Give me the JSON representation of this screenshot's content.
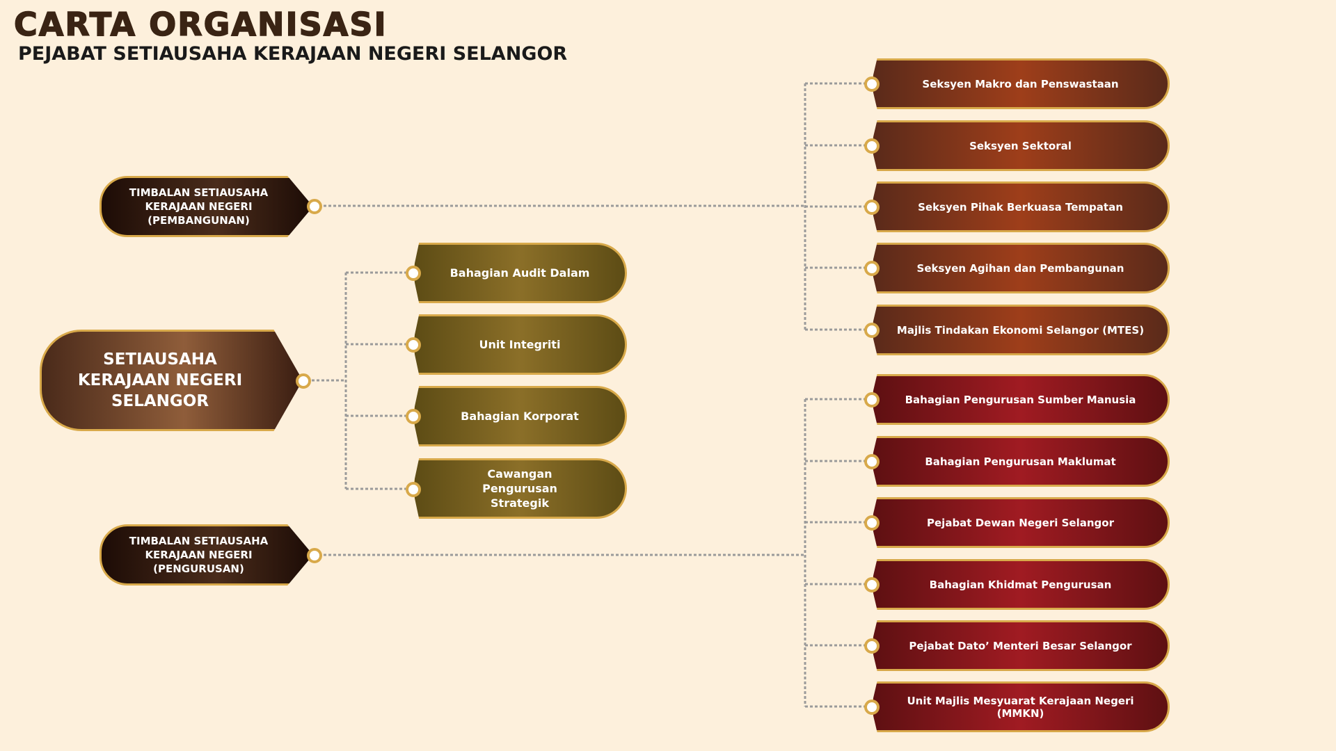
{
  "header": {
    "title": "CARTA ORGANISASI",
    "subtitle": "PEJABAT SETIAUSAHA KERAJAAN NEGERI SELANGOR"
  },
  "root": {
    "label": "SETIAUSAHA KERAJAAN NEGERI SELANGOR"
  },
  "deputies": [
    {
      "label": "TIMBALAN SETIAUSAHA KERAJAAN NEGERI (PEMBANGUNAN)"
    },
    {
      "label": "TIMBALAN SETIAUSAHA KERAJAAN NEGERI (PENGURUSAN)"
    }
  ],
  "direct_units": [
    {
      "label": "Bahagian Audit Dalam"
    },
    {
      "label": "Unit Integriti"
    },
    {
      "label": "Bahagian Korporat"
    },
    {
      "label": "Cawangan Pengurusan Strategik"
    }
  ],
  "pembangunan_units": [
    {
      "label": "Seksyen Makro dan Penswastaan"
    },
    {
      "label": "Seksyen Sektoral"
    },
    {
      "label": "Seksyen Pihak Berkuasa Tempatan"
    },
    {
      "label": "Seksyen Agihan dan Pembangunan"
    },
    {
      "label": "Majlis Tindakan Ekonomi Selangor (MTES)"
    }
  ],
  "pengurusan_units": [
    {
      "label": "Bahagian Pengurusan Sumber Manusia"
    },
    {
      "label": "Bahagian Pengurusan Maklumat"
    },
    {
      "label": "Pejabat Dewan Negeri Selangor"
    },
    {
      "label": "Bahagian Khidmat Pengurusan"
    },
    {
      "label": "Pejabat Dato’ Menteri Besar Selangor"
    },
    {
      "label": "Unit Majlis Mesyuarat Kerajaan Negeri (MMKN)"
    }
  ],
  "colors": {
    "background": "#fdf0dc",
    "border_gold": "#d8a94a",
    "gold_unit": "#8b6f28",
    "brown_unit": "#9e3e1a",
    "red_unit": "#a01b22",
    "deputy": "#1d0c06",
    "root": "#8f5d3a",
    "connector": "#9a9a9a"
  }
}
